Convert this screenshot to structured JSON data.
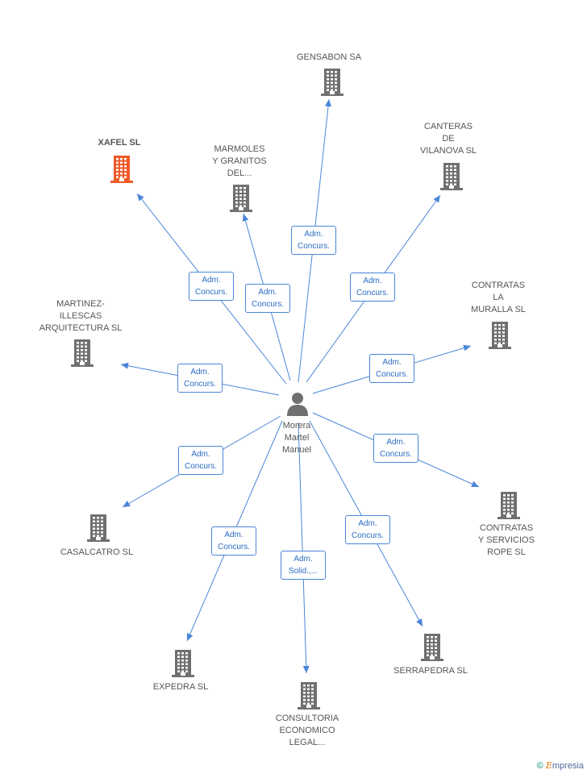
{
  "person": {
    "name_lines": [
      "Morera",
      "Martel",
      "Manuel"
    ]
  },
  "companies": [
    {
      "id": "gensabon",
      "lines": [
        "GENSABON SA"
      ],
      "highlight": false,
      "role": [
        "Adm.",
        "Concurs."
      ]
    },
    {
      "id": "xafel",
      "lines": [
        "XAFEL SL"
      ],
      "highlight": true,
      "role": [
        "Adm.",
        "Concurs."
      ]
    },
    {
      "id": "marmoles",
      "lines": [
        "MARMOLES",
        "Y GRANITOS",
        "DEL..."
      ],
      "highlight": false,
      "role": [
        "Adm.",
        "Concurs."
      ]
    },
    {
      "id": "canteras",
      "lines": [
        "CANTERAS",
        "DE",
        "VILANOVA SL"
      ],
      "highlight": false,
      "role": [
        "Adm.",
        "Concurs."
      ]
    },
    {
      "id": "contratas-muralla",
      "lines": [
        "CONTRATAS",
        "LA",
        "MURALLA SL"
      ],
      "highlight": false,
      "role": [
        "Adm.",
        "Concurs."
      ]
    },
    {
      "id": "martinez",
      "lines": [
        "MARTINEZ-",
        "ILLESCAS",
        "ARQUITECTURA SL"
      ],
      "highlight": false,
      "role": [
        "Adm.",
        "Concurs."
      ]
    },
    {
      "id": "contratas-rope",
      "lines": [
        "CONTRATAS",
        "Y SERVICIOS",
        "ROPE SL"
      ],
      "highlight": false,
      "role": [
        "Adm.",
        "Concurs."
      ]
    },
    {
      "id": "casalcatro",
      "lines": [
        "CASALCATRO SL"
      ],
      "highlight": false,
      "role": [
        "Adm.",
        "Concurs."
      ]
    },
    {
      "id": "expedra",
      "lines": [
        "EXPEDRA SL"
      ],
      "highlight": false,
      "role": [
        "Adm.",
        "Concurs."
      ]
    },
    {
      "id": "consultoria",
      "lines": [
        "CONSULTORIA",
        "ECONOMICO",
        "LEGAL..."
      ],
      "highlight": false,
      "role": [
        "Adm.",
        "Solid.,..."
      ]
    },
    {
      "id": "serrapedra",
      "lines": [
        "SERRAPEDRA SL"
      ],
      "highlight": false,
      "role": [
        "Adm.",
        "Concurs."
      ]
    }
  ],
  "colors": {
    "edge": "#4a86d8",
    "building": "#707070",
    "highlight": "#f05a28",
    "role_text": "#2a6cc4"
  },
  "footer": {
    "copyright": "©",
    "brand_initial": "E",
    "brand_rest": "mpresia"
  }
}
